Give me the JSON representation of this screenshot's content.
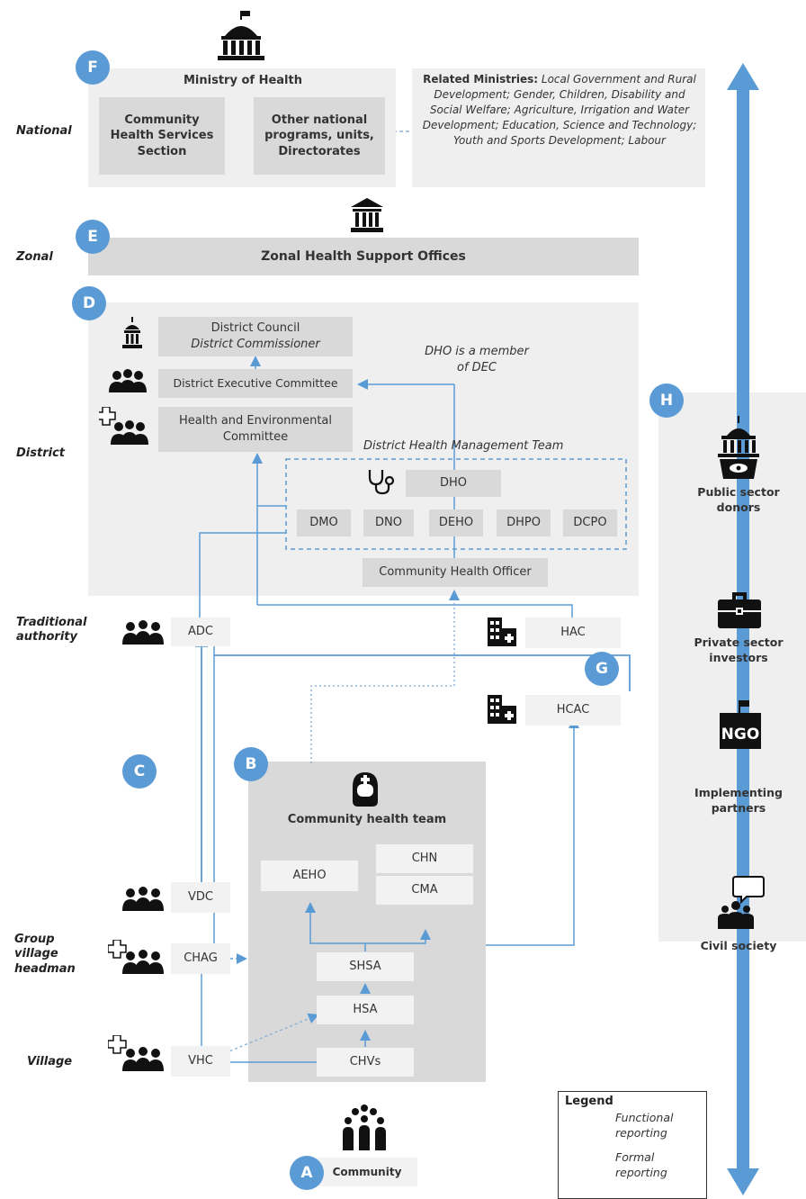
{
  "badges": {
    "a": "A",
    "b": "B",
    "c": "C",
    "d": "D",
    "e": "E",
    "f": "F",
    "g": "G",
    "h": "H"
  },
  "levels": {
    "national": "National",
    "zonal": "Zonal",
    "district": "District",
    "traditional": "Traditional authority",
    "group_village": "Group village headman",
    "village": "Village"
  },
  "national": {
    "ministry_title": "Ministry of Health",
    "chss": "Community Health Services Section",
    "other_programs": "Other national programs, units, Directorates",
    "related_label": "Related Ministries:",
    "related_list": "Local Government and Rural Development; Gender, Children, Disability and Social Welfare; Agriculture, Irrigation and Water Development; Education, Science and Technology; Youth and Sports Development; Labour"
  },
  "zonal": {
    "office": "Zonal Health Support Offices"
  },
  "district": {
    "council": "District Council",
    "commissioner": "District Commissioner",
    "dec": "District Executive Committee",
    "hec": "Health and Environmental Committee",
    "dho_note": "DHO is a member of DEC",
    "dhmt_title": "District Health Management Team",
    "dho": "DHO",
    "members": [
      "DMO",
      "DNO",
      "DEHO",
      "DHPO",
      "DCPO"
    ],
    "cho": "Community Health Officer"
  },
  "traditional": {
    "adc": "ADC",
    "hac": "HAC",
    "hcac": "HCAC"
  },
  "community_team": {
    "title": "Community health team",
    "aeho": "AEHO",
    "chn": "CHN",
    "cma": "CMA",
    "shsa": "SHSA",
    "hsa": "HSA",
    "chvs": "CHVs"
  },
  "village": {
    "vdc": "VDC",
    "chag": "CHAG",
    "vhc": "VHC"
  },
  "community": {
    "label": "Community"
  },
  "stakeholders": {
    "public": "Public sector donors",
    "private": "Private sector investors",
    "implementing": "Implementing partners",
    "civil": "Civil society"
  },
  "legend": {
    "title": "Legend",
    "functional": "Functional reporting",
    "formal": "Formal reporting"
  },
  "colors": {
    "accent": "#5b9bd5",
    "panel": "#efefef",
    "box_dark": "#d9d9d9",
    "line": "#5b9bd5"
  }
}
